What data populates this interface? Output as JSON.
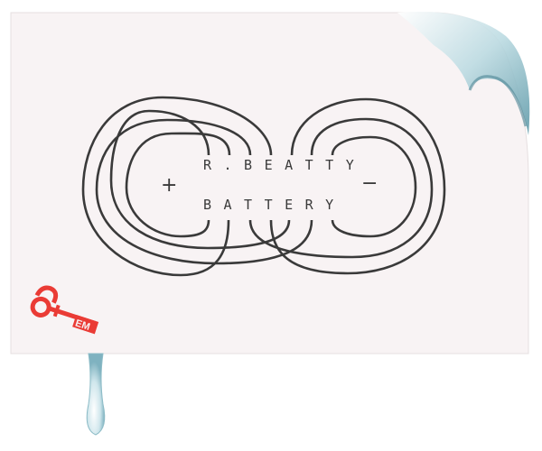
{
  "brand": {
    "line1": "R.BEATTY",
    "line2": "BATTERY",
    "plus": "+",
    "minus": "−"
  },
  "key_logo": {
    "lettering": "EM"
  },
  "colors": {
    "paper": "#f8f3f4",
    "ink": "#3a3a3a",
    "key": "#ea3b35",
    "curl": "#9fc9d3"
  }
}
